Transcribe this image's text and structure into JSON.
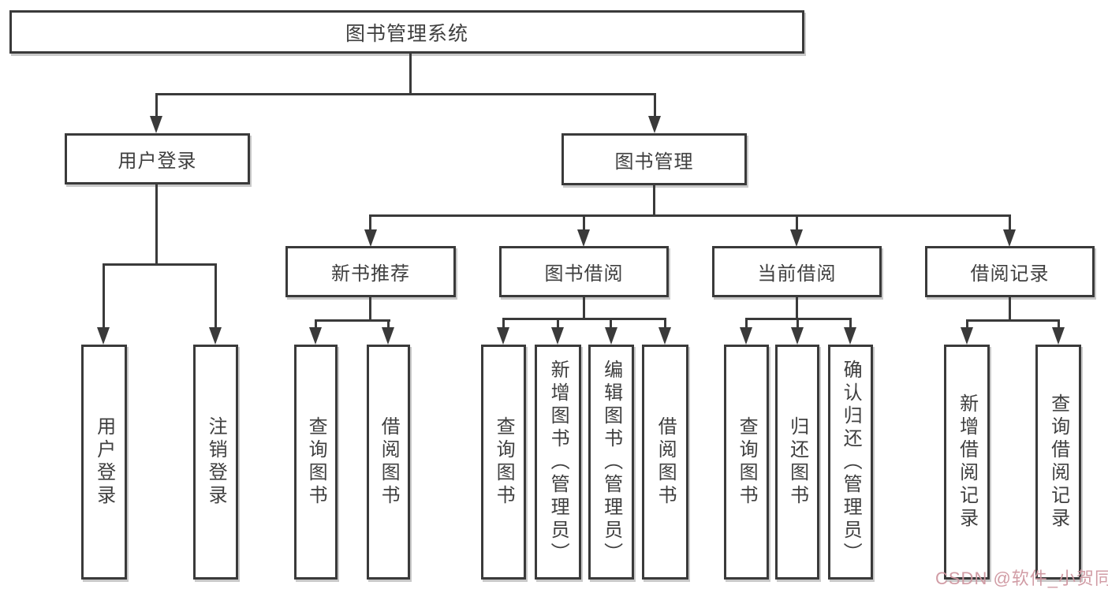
{
  "diagram": {
    "root": {
      "label": "图书管理系统"
    },
    "branches": [
      {
        "label": "用户登录",
        "children": [
          {
            "label": "用户登录"
          },
          {
            "label": "注销登录"
          }
        ]
      },
      {
        "label": "图书管理",
        "children": [
          {
            "label": "新书推荐",
            "children": [
              {
                "label": "查询图书"
              },
              {
                "label": "借阅图书"
              }
            ]
          },
          {
            "label": "图书借阅",
            "children": [
              {
                "label": "查询图书"
              },
              {
                "label": "新增图书（管理员）"
              },
              {
                "label": "编辑图书（管理员）"
              },
              {
                "label": "借阅图书"
              }
            ]
          },
          {
            "label": "当前借阅",
            "children": [
              {
                "label": "查询图书"
              },
              {
                "label": "归还图书"
              },
              {
                "label": "确认归还（管理员）"
              }
            ]
          },
          {
            "label": "借阅记录",
            "children": [
              {
                "label": "新增借阅记录"
              },
              {
                "label": "查询借阅记录"
              }
            ]
          }
        ]
      }
    ]
  },
  "watermark": {
    "text": "CSDN @软件_小贺同学",
    "color": "#cf97a0"
  },
  "colors": {
    "line": "#3a3a3a",
    "box_border": "#3a3a3a",
    "text": "#3f3f3f",
    "background": "#ffffff",
    "shadow": "#c9c9c9"
  }
}
